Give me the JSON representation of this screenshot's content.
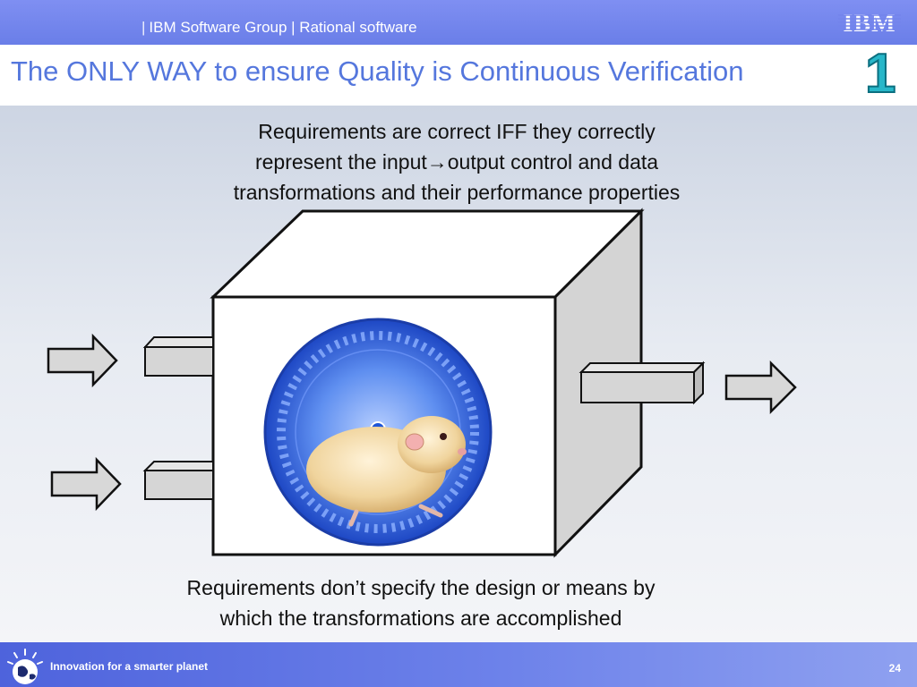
{
  "header": {
    "group_label": "IBM Software Group | Rational software",
    "logo_text": "IBM"
  },
  "slide": {
    "title": "The ONLY WAY to ensure Quality is Continuous Verification",
    "step_number": "1"
  },
  "requirements": {
    "top_line1": "Requirements are correct IFF they correctly",
    "top_line2_a": "represent the input",
    "top_line2_arrow": "→",
    "top_line2_b": "output control and data",
    "top_line3": "transformations and their performance properties",
    "bottom_line1": "Requirements don’t specify the design or means by",
    "bottom_line2": "which the transformations are accomplished"
  },
  "footer": {
    "tagline": "Innovation for a smarter planet",
    "page_number": "24"
  },
  "colors": {
    "header_blue": "#7384ec",
    "title_blue": "#5577dd",
    "step_teal": "#27b7c9",
    "wheel_blue": "#2f5fd6"
  },
  "icons": [
    "ibm-logo",
    "globe-icon",
    "hamster-wheel-image",
    "input-arrow",
    "output-arrow"
  ]
}
